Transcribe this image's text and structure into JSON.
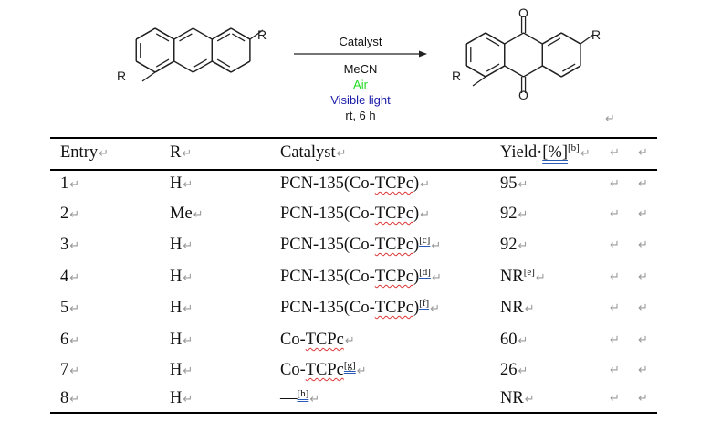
{
  "scheme": {
    "substituent_label": "R",
    "oxygen_label": "O",
    "conditions": {
      "catalyst": "Catalyst",
      "solvent": "MeCN",
      "atmosphere": "Air",
      "light": "Visible light",
      "temp_time": "rt, 6 h"
    },
    "colors": {
      "air": "#22dd22",
      "light": "#1a1aa8"
    }
  },
  "return_mark": "↵",
  "table": {
    "headers": {
      "entry": "Entry",
      "r": "R",
      "catalyst": "Catalyst",
      "yield": "Yield·",
      "yield_unit": "[%]",
      "yield_note": "[b]"
    },
    "rows": [
      {
        "entry": "1",
        "r": "H",
        "cat_pre": "PCN-135(Co-",
        "cat_tcpc": "TCPc",
        "cat_post": ")",
        "note": "",
        "yield": "95",
        "ynote": ""
      },
      {
        "entry": "2",
        "r": "Me",
        "cat_pre": "PCN-135(Co-",
        "cat_tcpc": "TCPc",
        "cat_post": ")",
        "note": "",
        "yield": "92",
        "ynote": ""
      },
      {
        "entry": "3",
        "r": "H",
        "cat_pre": "PCN-135(Co-",
        "cat_tcpc": "TCPc",
        "cat_post": ")",
        "note": "[c]",
        "yield": "92",
        "ynote": ""
      },
      {
        "entry": "4",
        "r": "H",
        "cat_pre": "PCN-135(Co-",
        "cat_tcpc": "TCPc",
        "cat_post": ")",
        "note": "[d]",
        "yield": "NR",
        "ynote": "[e]"
      },
      {
        "entry": "5",
        "r": "H",
        "cat_pre": "PCN-135(Co-",
        "cat_tcpc": "TCPc",
        "cat_post": ")",
        "note": "[f]",
        "yield": "NR",
        "ynote": ""
      },
      {
        "entry": "6",
        "r": "H",
        "cat_pre": "Co-",
        "cat_tcpc": "TCPc",
        "cat_post": "",
        "note": "",
        "yield": "60",
        "ynote": ""
      },
      {
        "entry": "7",
        "r": "H",
        "cat_pre": "Co-",
        "cat_tcpc": "TCPc",
        "cat_post": "",
        "note": "[g]",
        "yield": "26",
        "ynote": ""
      },
      {
        "entry": "8",
        "r": "H",
        "cat_pre": "—",
        "cat_tcpc": "",
        "cat_post": "",
        "note": "[h]",
        "yield": "NR",
        "ynote": ""
      }
    ]
  }
}
